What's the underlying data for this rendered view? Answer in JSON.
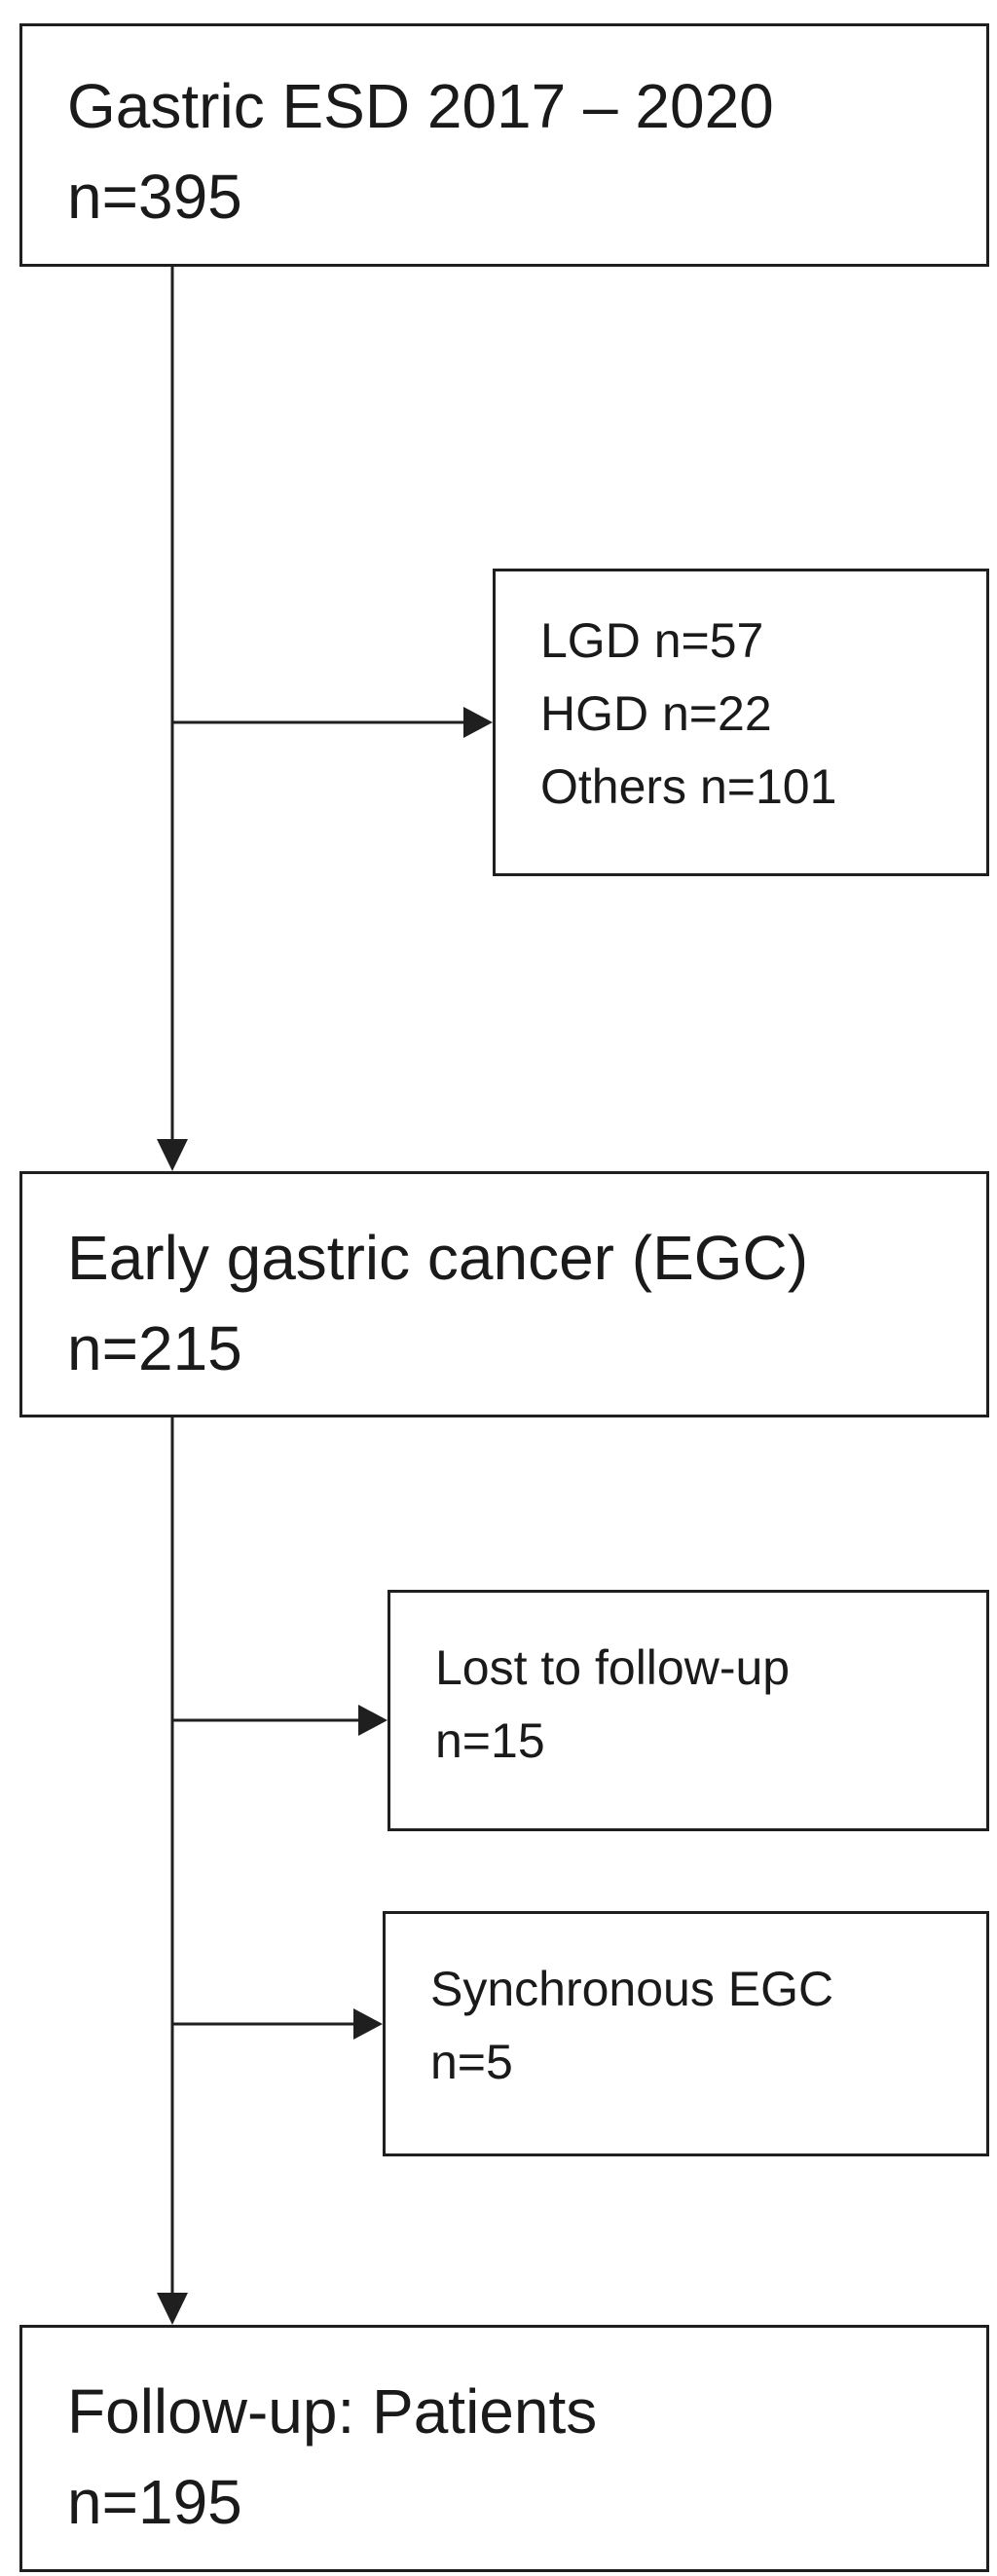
{
  "flowchart": {
    "main": {
      "title": "Gastric ESD 2017 – 2020",
      "count": "n=395"
    },
    "excluded": {
      "lines": [
        "LGD n=57",
        "HGD n=22",
        "Others n=101"
      ]
    },
    "egc": {
      "title": "Early gastric cancer (EGC)",
      "count": "n=215"
    },
    "lost": {
      "title": "Lost to follow-up",
      "count": "n=15"
    },
    "synchronous": {
      "title": "Synchronous EGC",
      "count": "n=5"
    },
    "followup": {
      "title": "Follow-up: Patients",
      "count": "n=195"
    }
  }
}
